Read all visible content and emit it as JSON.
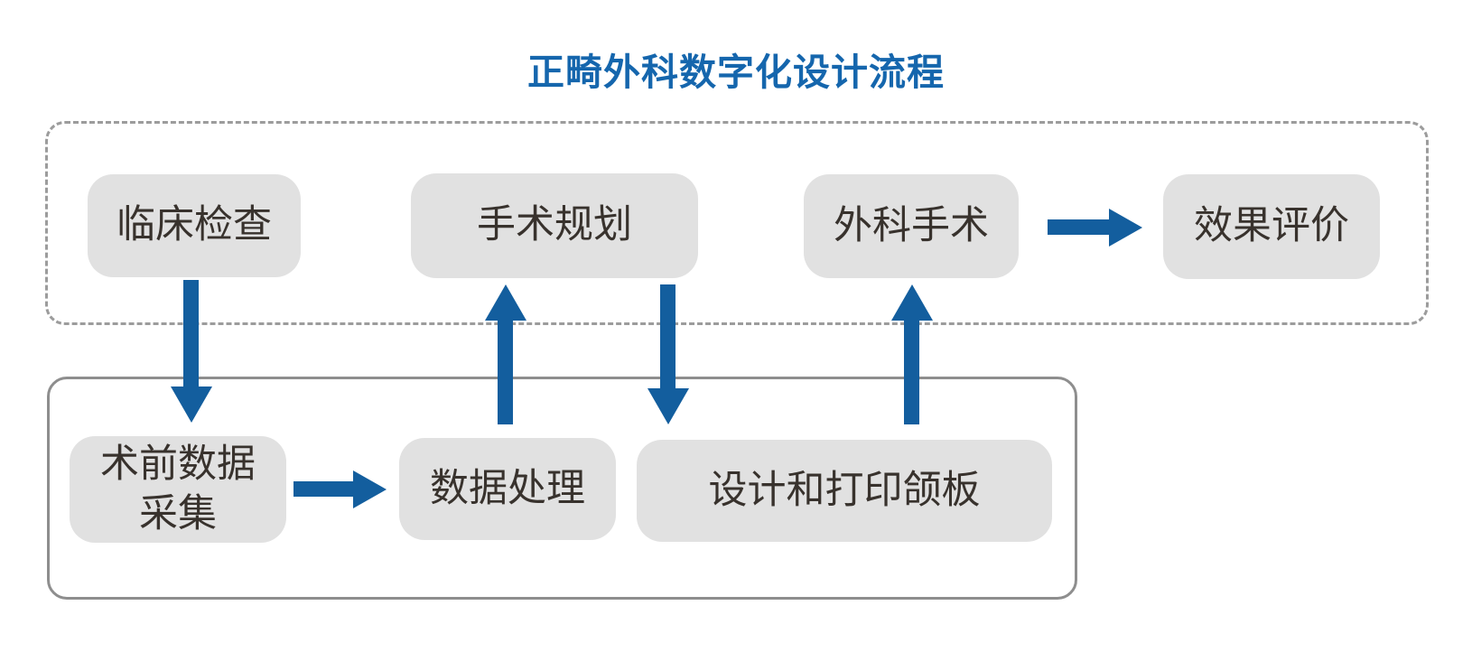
{
  "title": "正畸外科数字化设计流程",
  "colors": {
    "title_blue": "#1566AD",
    "arrow_blue": "#135E9E",
    "node_fill": "#E1E1E1",
    "node_text": "#38322D",
    "dashed_group_border": "#9C9C9C",
    "solid_group_border": "#8E8E8E"
  },
  "nodes": {
    "clinical_exam": {
      "label": "临床检查"
    },
    "surgical_planning": {
      "label": "手术规划"
    },
    "surgery": {
      "label": "外科手术"
    },
    "outcome_evaluation": {
      "label": "效果评价"
    },
    "preop_data": {
      "line1": "术前数据",
      "line2": "采集"
    },
    "data_processing": {
      "label": "数据处理"
    },
    "splint_design": {
      "label": "设计和打印颌板"
    }
  },
  "edges": [
    {
      "from": "临床检查",
      "to": "术前数据采集",
      "direction": "down"
    },
    {
      "from": "术前数据采集",
      "to": "数据处理",
      "direction": "right"
    },
    {
      "from": "数据处理",
      "to": "手术规划",
      "direction": "up"
    },
    {
      "from": "手术规划",
      "to": "设计和打印颌板",
      "direction": "down"
    },
    {
      "from": "设计和打印颌板",
      "to": "外科手术",
      "direction": "up"
    },
    {
      "from": "外科手术",
      "to": "效果评价",
      "direction": "right"
    }
  ]
}
